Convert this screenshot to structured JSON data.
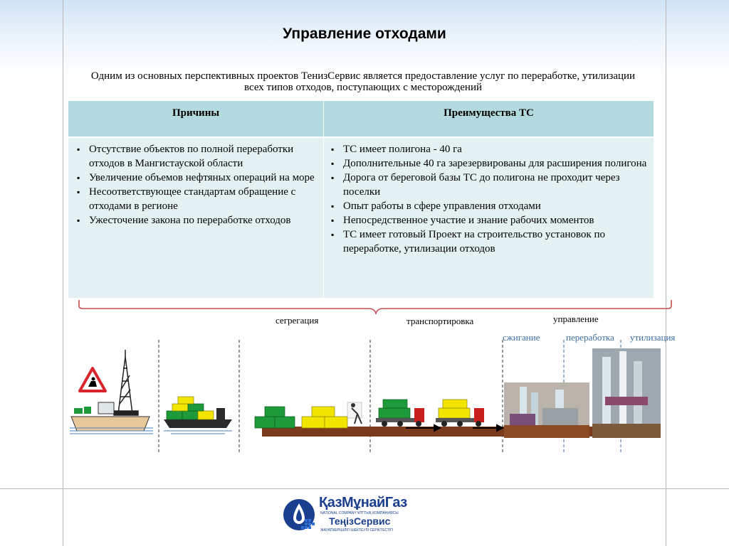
{
  "title": "Управление отходами",
  "subtitle": "Одним из основных перспективных проектов ТенизСервис является предоставление услуг по переработке, утилизации всех типов отходов, поступающих  с месторождений",
  "table": {
    "headers": [
      "Причины",
      "Преимущества ТС"
    ],
    "reasons": [
      "Отсутствие объектов по полной переработки отходов в Мангистауской области",
      " Увеличение объемов нефтяных операций на море",
      "Несоответствующее стандартам обращение с отходами в регионе",
      "Ужесточение закона по переработке отходов"
    ],
    "advantages": [
      "ТС имеет   полигона - 40 га",
      " Дополнительные 40 га зарезервированы для расширения полигона",
      " Дорога от береговой  базы ТС до полигона не проходит через поселки",
      "Опыт работы в сфере управления отходами",
      "Непосредственное участие и знание рабочих моментов",
      "ТС имеет готовый Проект на строительство установок по переработке, утилизации отходов"
    ]
  },
  "stages": {
    "segregation": "сегрегация",
    "transport": "транспортировка",
    "management": "управление",
    "incineration": "сжигание",
    "processing": "переработка",
    "utilization": "утилизация"
  },
  "logo": {
    "name_main": "ҚазМұнайГаз",
    "name_sub": "ТеңізСервис",
    "tagline_top": "NATIONAL COMPANY  ҰЛТТЫҚ КОМПАНИЯСЫ",
    "tagline_bottom": "ЖАУАПКЕРШІЛІГІ ШЕКТЕУЛІ СЕРІКТЕСТІГІ"
  },
  "colors": {
    "header_bg": "#b3dbdf",
    "cell_bg": "#e4f1f2",
    "brace": "#c0504d",
    "accent_blue": "#3a6ea5",
    "container_green": "#1f9a3a",
    "container_yellow": "#f2e600",
    "ground": "#7a3b1c"
  }
}
